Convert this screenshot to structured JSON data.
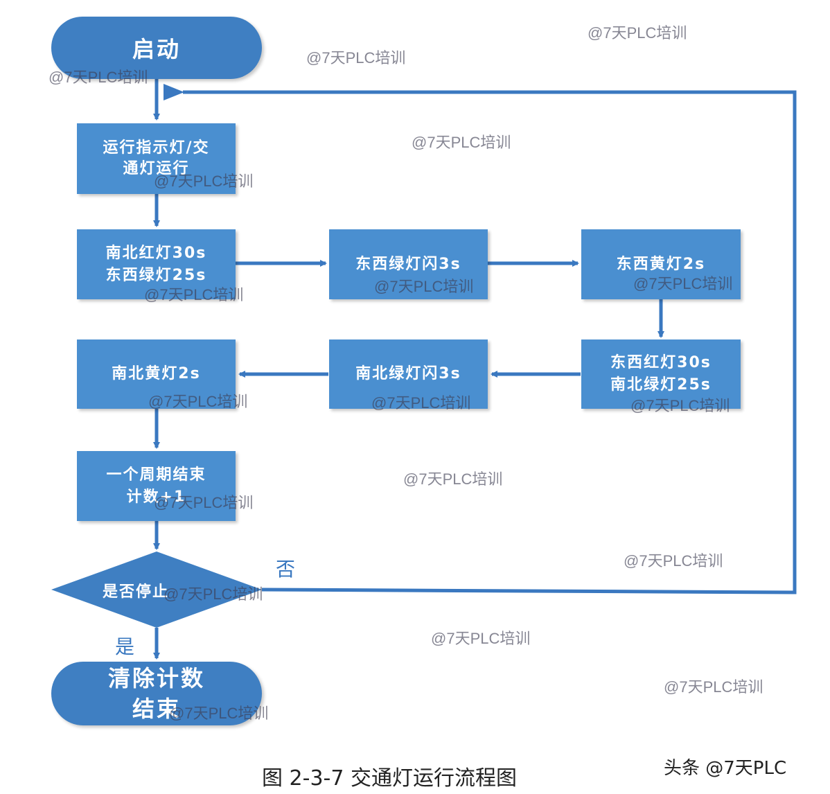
{
  "nodes": {
    "start": "启动",
    "run_indicator": "运行指示灯/交\n通灯运行",
    "ns_red_ew_green": "南北红灯30s\n东西绿灯25s",
    "ew_green_flash": "东西绿灯闪3s",
    "ew_yellow": "东西黄灯2s",
    "ew_red_ns_green": "东西红灯30s\n南北绿灯25s",
    "ns_green_flash": "南北绿灯闪3s",
    "ns_yellow": "南北黄灯2s",
    "cycle_end": "一个周期结束\n计数+1",
    "decision": "是否停止",
    "end": "清除计数\n结束"
  },
  "labels": {
    "no": "否",
    "yes": "是"
  },
  "caption": "图 2-3-7 交通灯运行流程图",
  "brand": "头条 @7天PLC",
  "watermark": "@7天PLC培训",
  "colors": {
    "box": "#4a8fd0",
    "oval": "#3f7fc2",
    "line": "#3a78c0"
  }
}
